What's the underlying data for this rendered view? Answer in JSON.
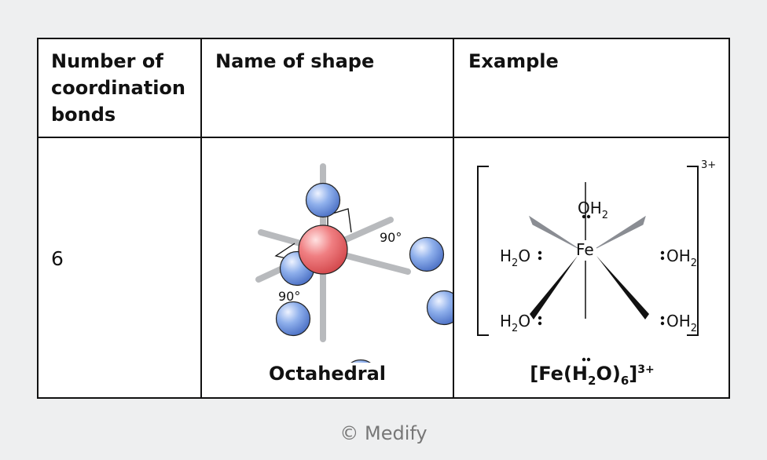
{
  "table": {
    "headers": [
      "Number of coordination bonds",
      "Name of shape",
      "Example"
    ],
    "header_lines": {
      "col1": [
        "Number of",
        "coordination",
        "bonds"
      ],
      "col2": "Name of shape",
      "col3": "Example"
    },
    "row": {
      "bonds": "6",
      "shape": "Octahedral",
      "angle_top": "90°",
      "angle_left": "90°",
      "example": {
        "complex": {
          "open": "[Fe(H",
          "sub1": "2",
          "mid": "O)",
          "sub2": "6",
          "close": "]",
          "charge": "3+"
        },
        "central_atom": "Fe",
        "ligand_O": "O",
        "ligand_H": "H",
        "ligand_sub": "2",
        "bracket_charge": "3+"
      }
    }
  },
  "footer": "© Medify",
  "colors": {
    "center_atom": "#e8575b",
    "ligand_atom": "#5f86d6",
    "bond": "#b8babd",
    "border": "#111111",
    "background": "#eeeff0",
    "footer_text": "#777777"
  }
}
